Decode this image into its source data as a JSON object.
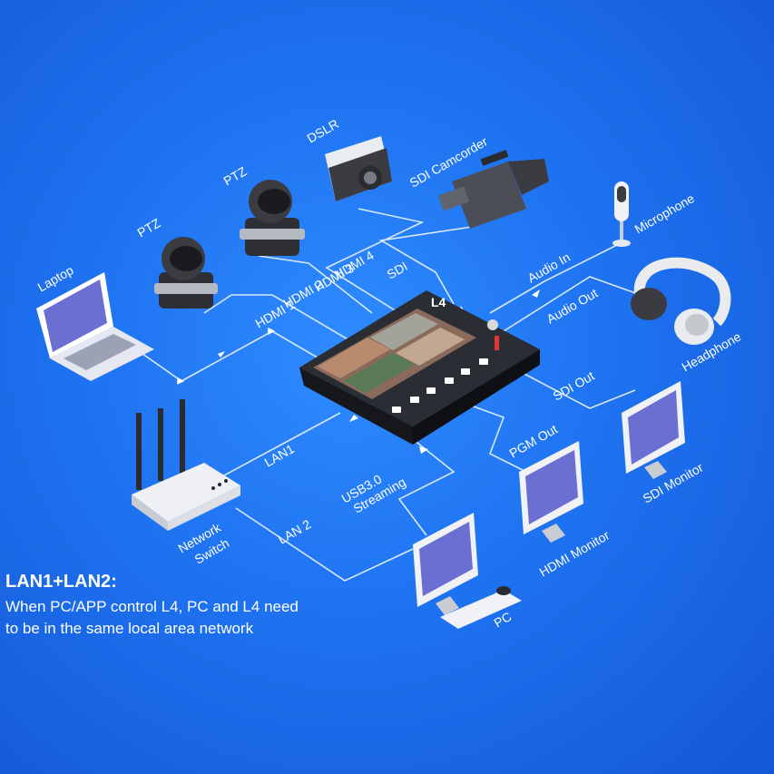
{
  "devices": {
    "switcher_logo": "L4",
    "laptop": "Laptop",
    "ptz_1": "PTZ",
    "ptz_2": "PTZ",
    "dslr": "DSLR",
    "sdi_camcorder": "SDI Camcorder",
    "microphone": "Microphone",
    "headphone": "Headphone",
    "sdi_monitor": "SDI Monitor",
    "hdmi_monitor": "HDMI Monitor",
    "pc": "PC",
    "network_switch_line1": "Network",
    "network_switch_line2": "Switch"
  },
  "connections": {
    "hdmi_1": "HDMI 1",
    "hdmi_2": "HDMI 2",
    "hdmi_3": "HDMI 3",
    "hdmi_4": "HDMI 4",
    "sdi": "SDI",
    "audio_in": "Audio In",
    "audio_out": "Audio Out",
    "sdi_out": "SDI Out",
    "pgm_out": "PGM Out",
    "usb_line1": "USB3.0",
    "usb_line2": "Streaming",
    "lan_1": "LAN1",
    "lan_2": "LAN 2"
  },
  "note": {
    "title": "LAN1+LAN2:",
    "line1": "When PC/APP control L4, PC and L4 need",
    "line2": "to be in the same local area network"
  },
  "colors": {
    "background": "#1e72f0",
    "line": "#d8e8ff",
    "text": "#ffffff",
    "screen_accent": "#6b6fd1"
  }
}
